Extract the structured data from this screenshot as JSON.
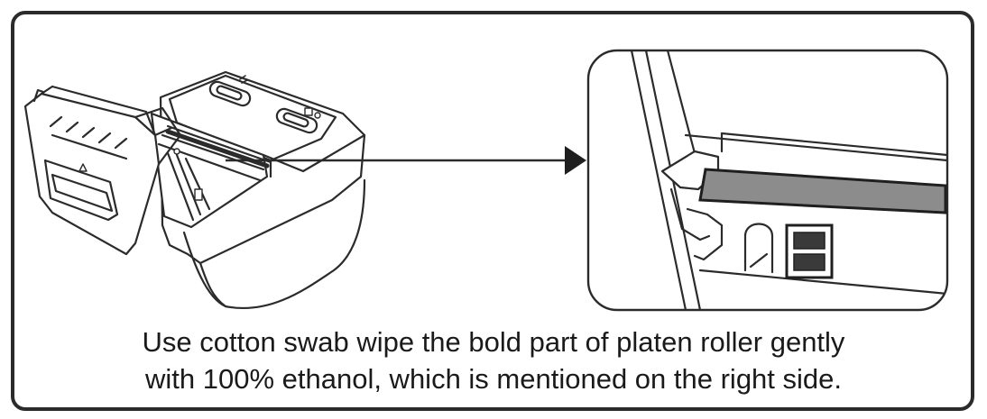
{
  "caption": {
    "line1": "Use cotton swab wipe the bold part of platen roller gently",
    "line2": "with 100% ethanol, which is mentioned on the right side."
  },
  "colors": {
    "outline": "#2b2b2b",
    "roller_highlight": "#8c8c8c",
    "sensor_fill": "#3a3a3a",
    "background": "#ffffff"
  },
  "icons": {
    "arrow": "right-arrow-icon",
    "printer": "printer-illustration",
    "detail": "platen-roller-detail"
  }
}
